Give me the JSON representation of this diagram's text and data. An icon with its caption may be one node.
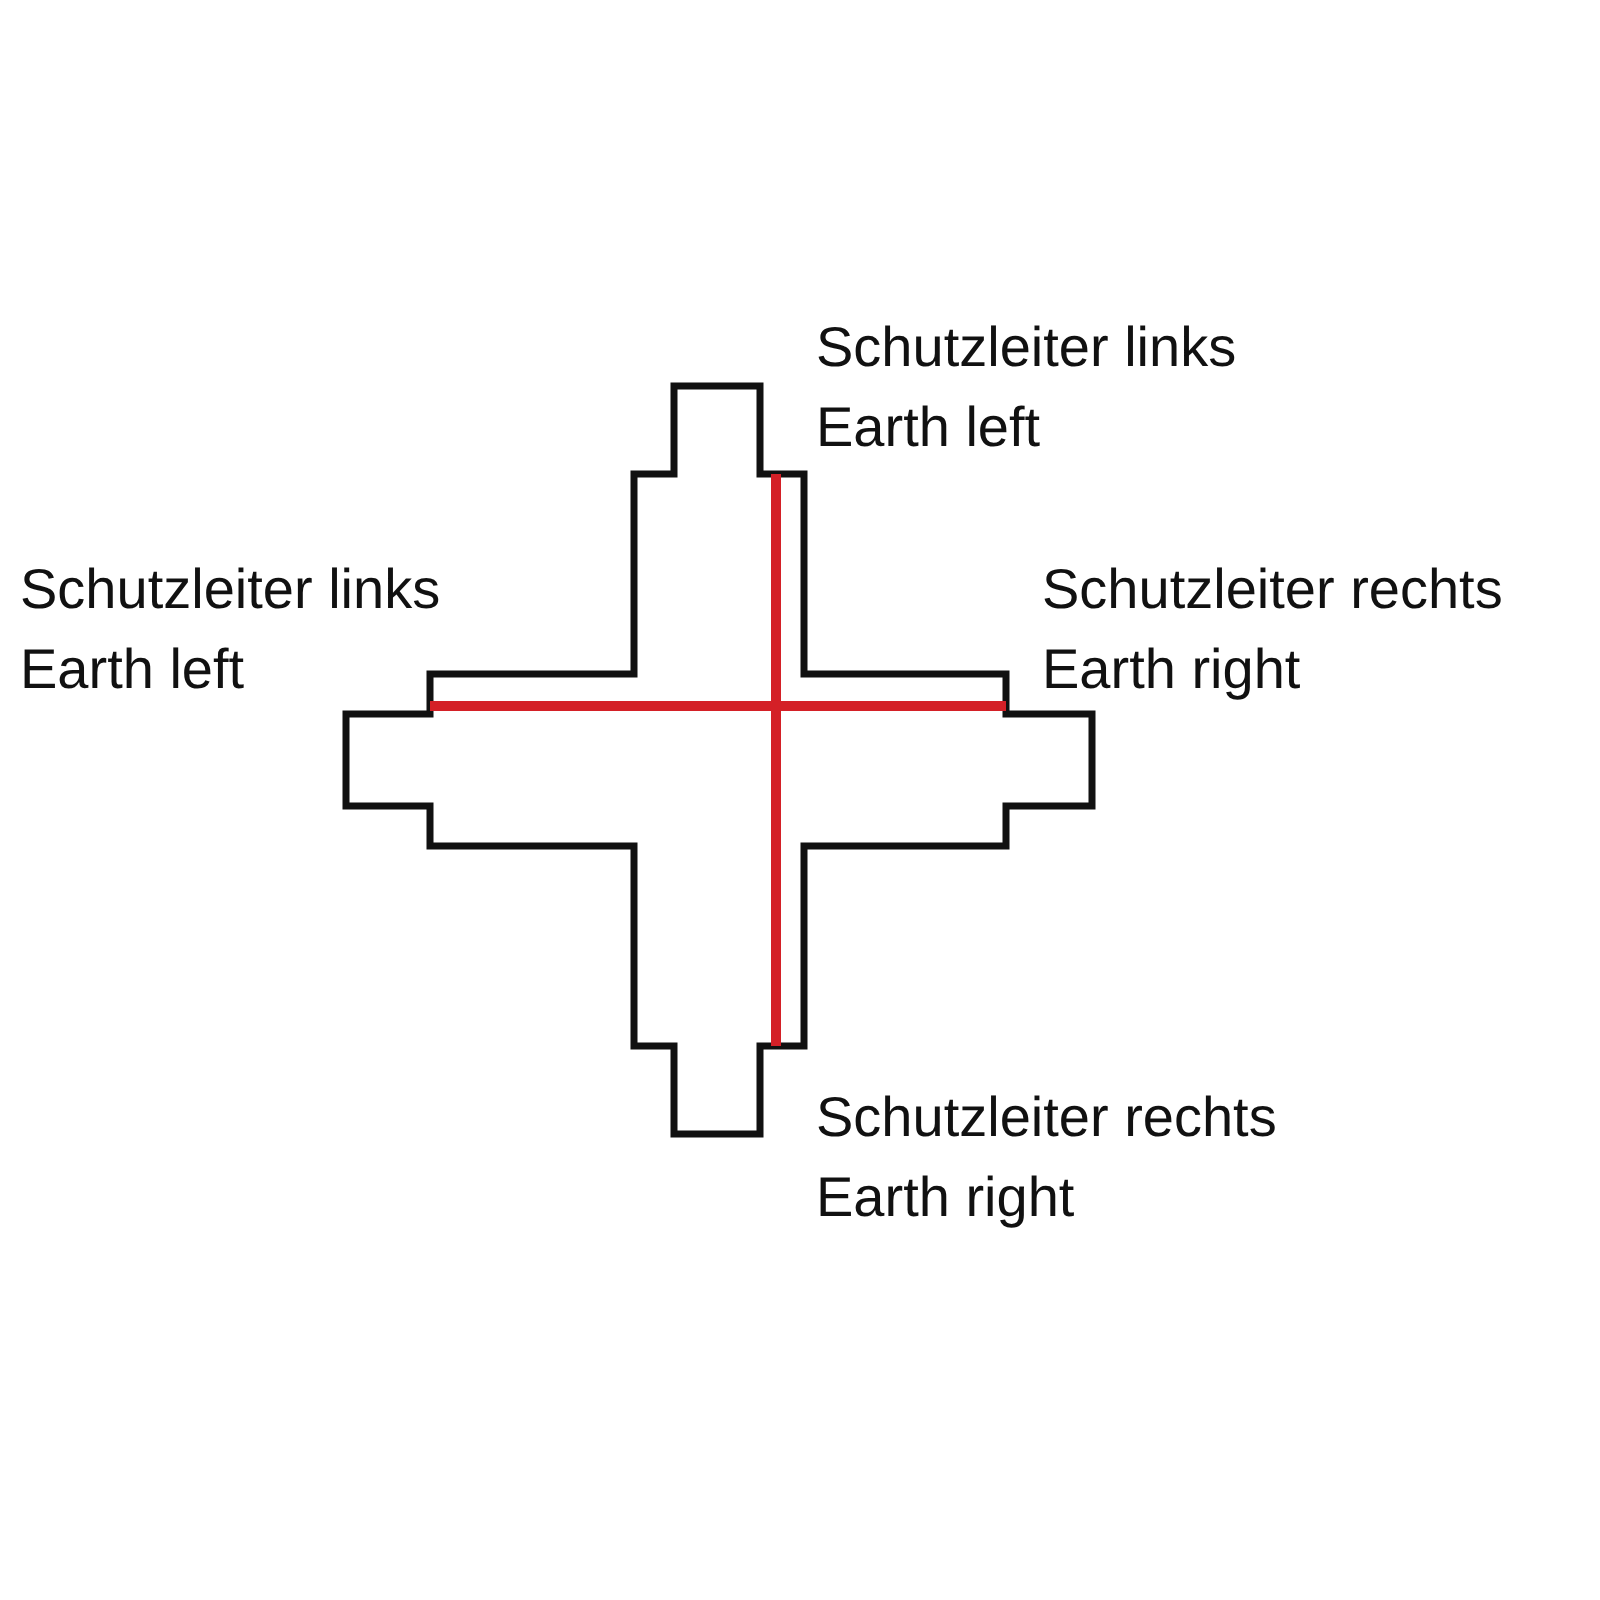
{
  "diagram": {
    "labels": [
      "Schutzleiter links",
      "Earth left",
      "Schutzleiter links",
      "Earth left",
      "Schutzleiter rechts",
      "Earth right",
      "Schutzleiter rechts",
      "Earth right"
    ]
  }
}
